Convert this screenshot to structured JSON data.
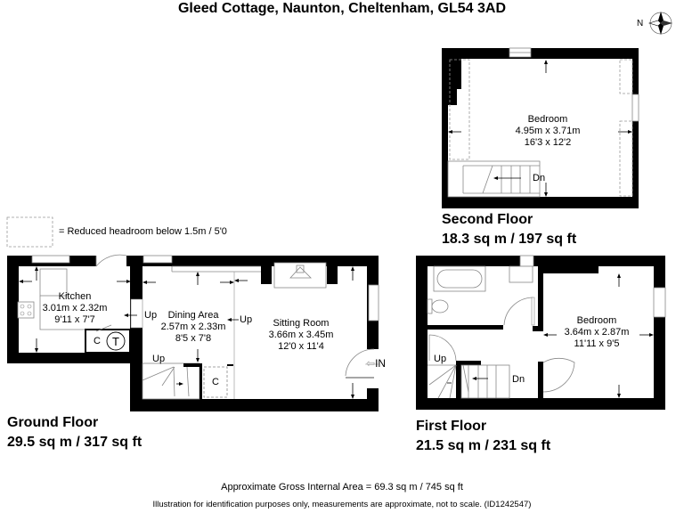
{
  "title": "Gleed Cottage, Naunton, Cheltenham, GL54 3AD",
  "compass": {
    "label": "N",
    "icon": "compass-rose-icon"
  },
  "legend": {
    "text": "= Reduced headroom below 1.5m / 5'0"
  },
  "floors": {
    "ground": {
      "name": "Ground Floor",
      "area": "29.5 sq m / 317 sq ft",
      "rooms": [
        {
          "name": "Kitchen",
          "metric": "3.01m x 2.32m",
          "imperial": "9'11 x 7'7"
        },
        {
          "name": "Dining Area",
          "metric": "2.57m x 2.33m",
          "imperial": "8'5 x 7'8"
        },
        {
          "name": "Sitting Room",
          "metric": "3.66m x 3.45m",
          "imperial": "12'0 x 11'4"
        }
      ],
      "annotations": {
        "up1": "Up",
        "up2": "Up",
        "up3": "Up",
        "c1": "C",
        "t": "T",
        "c2": "C",
        "in": "IN"
      }
    },
    "first": {
      "name": "First Floor",
      "area": "21.5 sq m / 231 sq ft",
      "rooms": [
        {
          "name": "Bedroom",
          "metric": "3.64m x 2.87m",
          "imperial": "11'11 x 9'5"
        }
      ],
      "annotations": {
        "up": "Up",
        "dn": "Dn"
      }
    },
    "second": {
      "name": "Second Floor",
      "area": "18.3 sq m / 197 sq ft",
      "rooms": [
        {
          "name": "Bedroom",
          "metric": "4.95m x 3.71m",
          "imperial": "16'3 x 12'2"
        }
      ],
      "annotations": {
        "dn": "Dn"
      }
    }
  },
  "footer": {
    "gross_area": "Approximate Gross Internal Area = 69.3 sq m / 745 sq ft",
    "disclaimer": "Illustration for identification purposes only, measurements are approximate, not to scale. (ID1242547)"
  }
}
